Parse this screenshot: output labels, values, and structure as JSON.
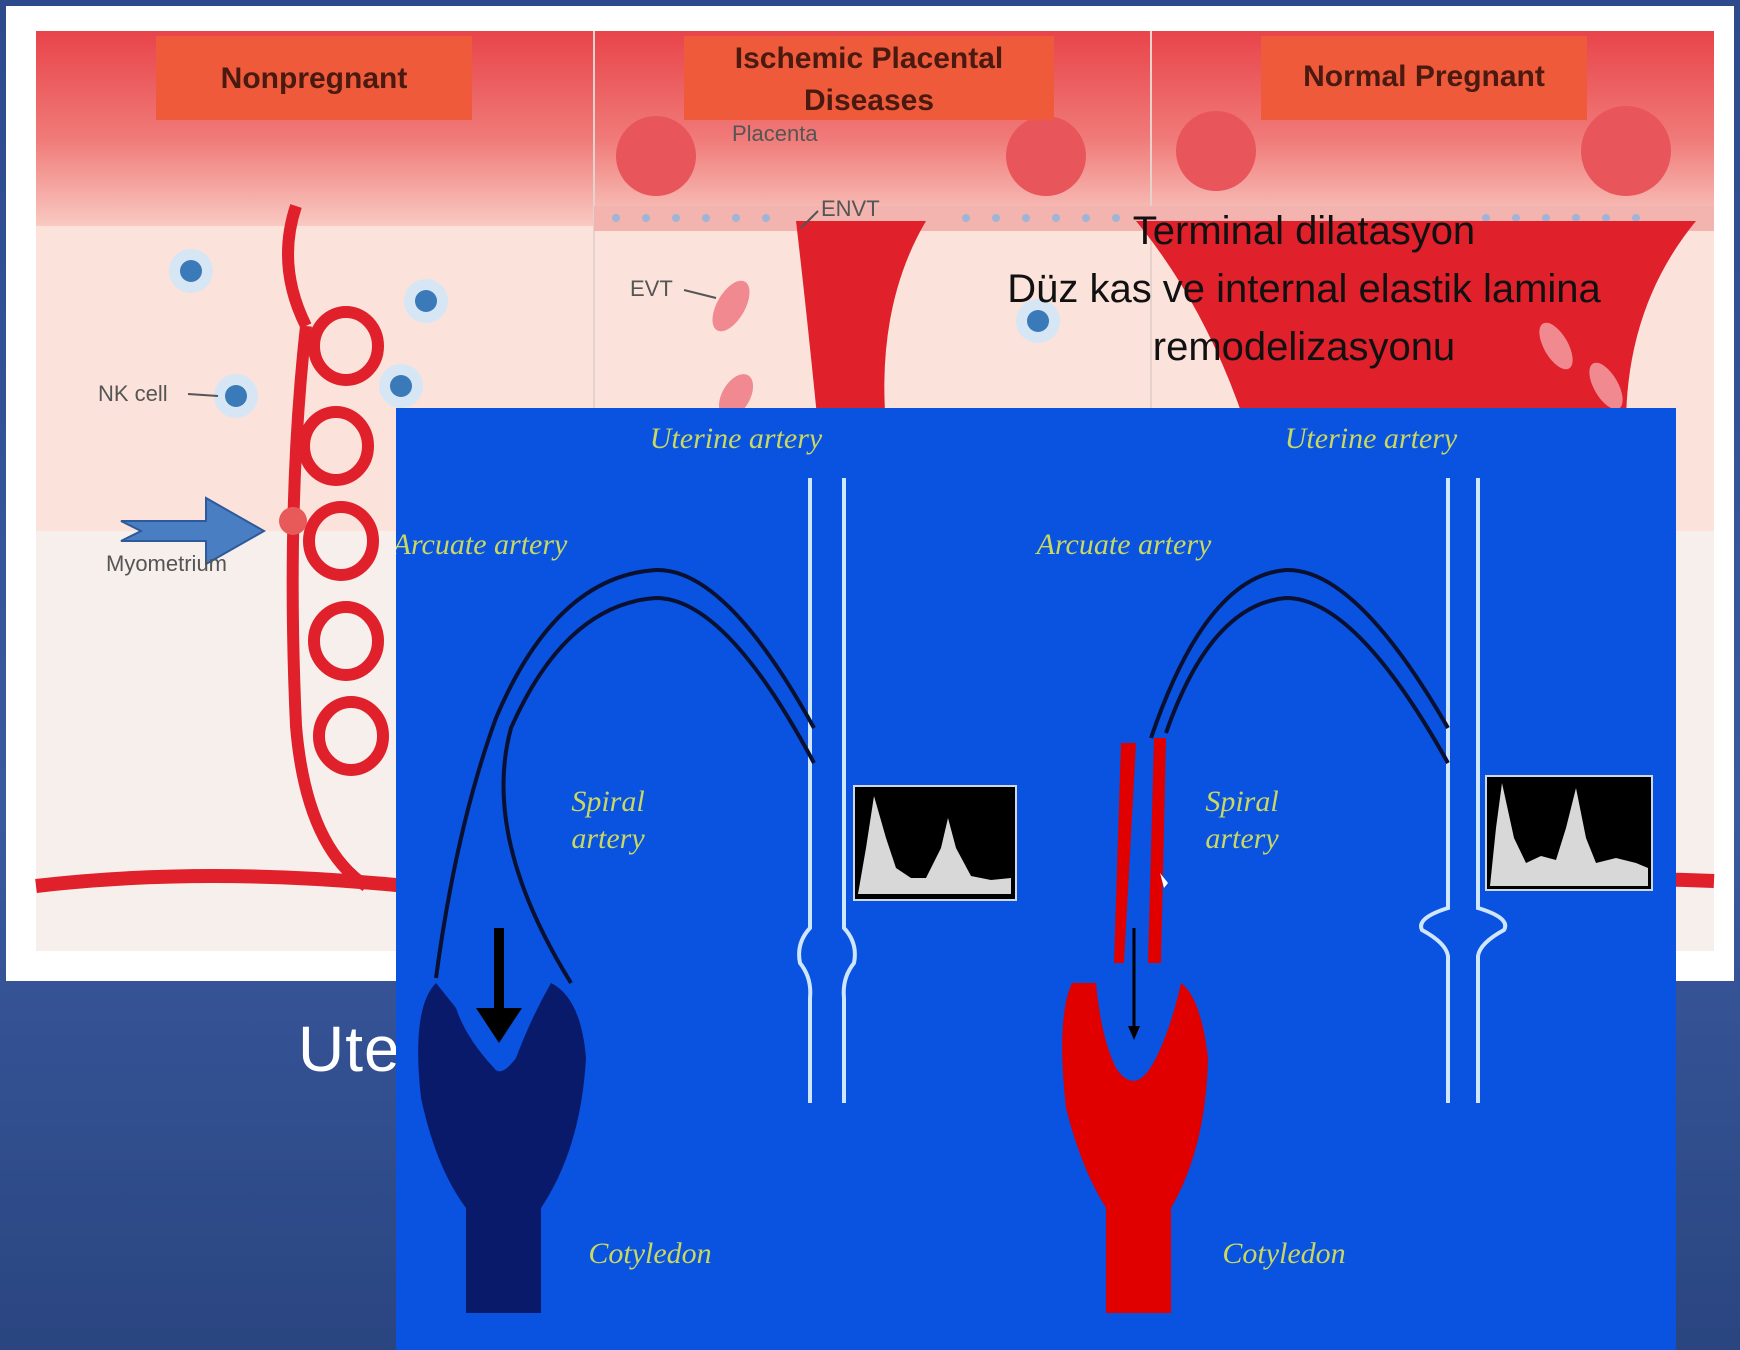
{
  "upper_diagram": {
    "headers": {
      "nonpregnant": "Nonpregnant",
      "ischemic_line1": "Ischemic Placental",
      "ischemic_line2": "Diseases",
      "normal_pregnant": "Normal Pregnant"
    },
    "labels": {
      "placenta": "Placenta",
      "envt": "ENVT",
      "evt": "EVT",
      "nk_cell": "NK cell",
      "myometrium": "Myometrium"
    },
    "overlay_text": {
      "line1": "Terminal dilatasyon",
      "line2": "Düz kas ve internal elastik lamina",
      "line3": "remodelizasyonu"
    },
    "colors": {
      "header_fill": "#ee5a3a",
      "artery_red": "#e0202a",
      "tissue_pink": "#fbe3dc",
      "arrow_blue": "#4a7ec2"
    }
  },
  "slide_title_visible": "Ute",
  "lower_diagram": {
    "background": "#0a52e0",
    "left": {
      "uterine_artery": "Uterine artery",
      "arcuate_artery": "Arcuate artery",
      "spiral_line1": "Spiral",
      "spiral_line2": "artery",
      "cotyledon": "Cotyledon",
      "cotyledon_color": "#0a1a6a"
    },
    "right": {
      "uterine_artery": "Uterine artery",
      "arcuate_artery": "Arcuate artery",
      "spiral_line1": "Spiral",
      "spiral_line2": "artery",
      "cotyledon": "Cotyledon",
      "cotyledon_color": "#e00000"
    },
    "label_color": "#c8d860"
  }
}
